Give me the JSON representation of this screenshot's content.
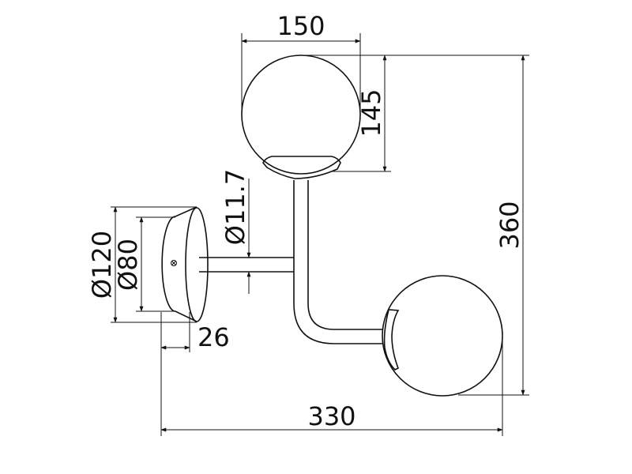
{
  "dimensions": {
    "globe_width": "150",
    "globe_height": "145",
    "total_height": "360",
    "total_width": "330",
    "arm_diameter": "Ø11.7",
    "base_outer_diameter": "Ø120",
    "base_inner_diameter": "Ø80",
    "base_depth": "26"
  },
  "colors": {
    "line": "#111111",
    "background": "#ffffff"
  }
}
